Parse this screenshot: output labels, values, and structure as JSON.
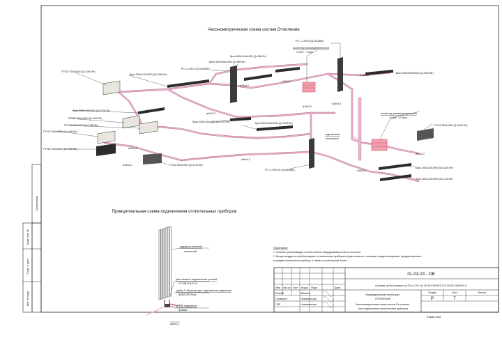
{
  "titles": {
    "axon": "Аксонометрическая схема систем Отопления",
    "principle": "Принципиальная схема подключения отопительных приборов"
  },
  "labels": {
    "pc_top": "РС 1-1750-8 (Q=5128Вт)",
    "coll_top": "коллектор распределительный",
    "coll_top_sub": "1\"х3/4\" - 9 вых.",
    "briz_1600a": "Бриз 300х140х1600 (Q=986 Вт)",
    "briz_1600b": "Бриз 300х140х1600 (Q=986 Вт)",
    "pc_mid": "РС 1-1750-8 (Q=5128Вт)",
    "briz_2000_top": "Бриз 300х140х2000 (Q=1030 Вт)",
    "ftv_left_top": "FTV22 500х1000 (Q=1360 Вт)",
    "briz_3400": "Бриз 300х140х3400 (Q=2168 Вт)",
    "d16_a": "ø16х2,2",
    "d16_b": "ø16х2,2",
    "d16_c": "ø16х2,2",
    "d16_d": "ø16х2,2",
    "d16_e": "ø16х2,2",
    "d16_f": "ø16х2,2",
    "d16_g": "ø16х2,2",
    "d16_h": "ø16х2,2",
    "d16_i": "ø16х2,2",
    "d25": "ø25х3,5",
    "briz_2000_l": "Бриз 300х140х2000 (Q=1030 Вт)",
    "ftv_1800": "FTV22 300х1800 (Q=1493 Вт)",
    "ftv_1400": "FTV22 300х1400 (Q=1256 Вт)",
    "briz_1900": "Бриз 300х140х1900 (Q=2475 Вт)",
    "ftv_1600_a": "FTV22 300х1600 (Q=1498 Вт)",
    "briz_2000_c": "Бриз 300х140х2000 (Q=1030 Вт)",
    "coll_right": "коллектор распределительный",
    "coll_right_sub": "1\"х3/4\" - 10 вых.",
    "ftv_right": "FTV22 500х1800 (Q=1160 Вт)",
    "riser": "подключение",
    "riser_sub": "к котельной",
    "ftv_1600_b": "FTV22 300х1600 (Q=1490 Вт)",
    "ftv_500": "FTV22 500х1000 (Q=1210 Вт)",
    "pc_bottom": "РС 1-1750-12 (Q=6908Вт)",
    "briz_2900": "Бриз 300х140х2900 (Q=1820 Вт)",
    "briz_1900b": "Бриз 300х140х1900 (Q=1120 Вт)",
    "rad": "радиатор стальной",
    "rad_sub": "панельный",
    "valve_a": "узел нижнего подключения угловой",
    "valve_b": "VT.345.R.N.E.04",
    "tube_a": "трубка Г-образная для подключения радиатора",
    "tube_b": "ф16/L250 Stout",
    "sleeve_a": "гильза надвижная",
    "sleeve_b": "ф16мм.",
    "d16_bottom": "ø16х2,2"
  },
  "notes": {
    "head": "Примечания:",
    "n1": "1. Отметки трубопроводов и отопительного оборудования уточнить по месту.",
    "n2": "2. Выпуск воздуха из трубопроводов и отопительных приборов осуществляется с помощью воздухоотводчиков, предусмотренных",
    "n3": "в каждом отопительном приборе, а также в коллекторном блоке."
  },
  "stamp": {
    "code": "01-03-23 - ОВ",
    "address": "г.Москва, д.Рассказовка, ул.27а и 27б, к/н 50:26:0190403:173; 50:26:0190403:17",
    "h_izm": "Изм.",
    "h_kol": "Кол.уч",
    "h_list": "Лист",
    "h_ndok": "№док.",
    "h_podp": "Подп.",
    "h_data": "Дата",
    "r1_role": "Разраб.",
    "r1_name": "Шишкей",
    "r2_role": "Проверил",
    "r2_name": "Новошинская",
    "r3_role": "ГИП",
    "r3_name": "Новошинская",
    "object": "Индивидуальный жилой дом.",
    "object_sub": "ОТОПЛЕНИЕ",
    "h_stadia": "Стадия",
    "h_sheet": "Лист",
    "h_sheets": "Листов",
    "stadia": "Р",
    "sheet": "7",
    "sheets": "",
    "content_a": "Аксонометрическая схема систем Отопления.",
    "content_b": "Узел подключения отопительных приборов",
    "format": "Формат А3А"
  },
  "side": {
    "soglas": "Согласовано",
    "inv_podl": "Инв. № подл.",
    "podp_data": "Подп. и дата",
    "vzam": "Взам. инв. №"
  },
  "colors": {
    "pipe": "#e8b4cc",
    "pipe_edge": "#b06088",
    "collector": "#e06070",
    "radiator": "#2b2b2b"
  }
}
